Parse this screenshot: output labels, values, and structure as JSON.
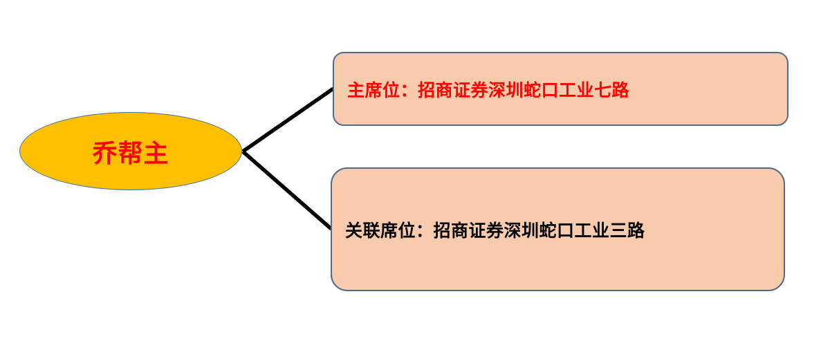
{
  "diagram": {
    "type": "mind-map",
    "root": {
      "label": "乔帮主",
      "fill": "#FFC000",
      "text_color": "#FF0000",
      "border_color": "#41719C"
    },
    "children": [
      {
        "label": "主席位：招商证券深圳蛇口工业七路",
        "fill": "#F8CBAD",
        "text_color": "#FF0000"
      },
      {
        "label": "关联席位：招商证券深圳蛇口工业三路",
        "fill": "#F8CBAD",
        "text_color": "#000000"
      }
    ],
    "connector_color": "#000000"
  }
}
